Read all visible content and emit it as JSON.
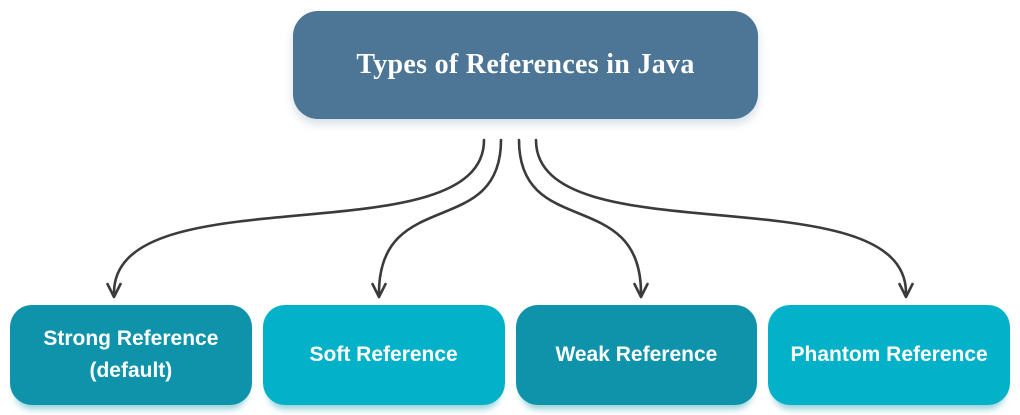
{
  "diagram": {
    "title": "Types of References in Java",
    "nodes": [
      {
        "id": "strong",
        "label": "Strong Reference",
        "sublabel": "(default)",
        "color": "#0e93ab"
      },
      {
        "id": "soft",
        "label": "Soft Reference",
        "color": "#03b2c8"
      },
      {
        "id": "weak",
        "label": "Weak Reference",
        "color": "#0e93ab"
      },
      {
        "id": "phantom",
        "label": "Phantom Reference",
        "color": "#03b2c8"
      }
    ],
    "connections": [
      {
        "from": "title",
        "to": "strong"
      },
      {
        "from": "title",
        "to": "soft"
      },
      {
        "from": "title",
        "to": "weak"
      },
      {
        "from": "title",
        "to": "phantom"
      }
    ],
    "colors": {
      "title_bg": "#4c7596",
      "node_dark": "#0e93ab",
      "node_light": "#03b2c8",
      "text": "#ffffff",
      "arrow": "#3b3b3b",
      "background": "#ffffff"
    }
  }
}
